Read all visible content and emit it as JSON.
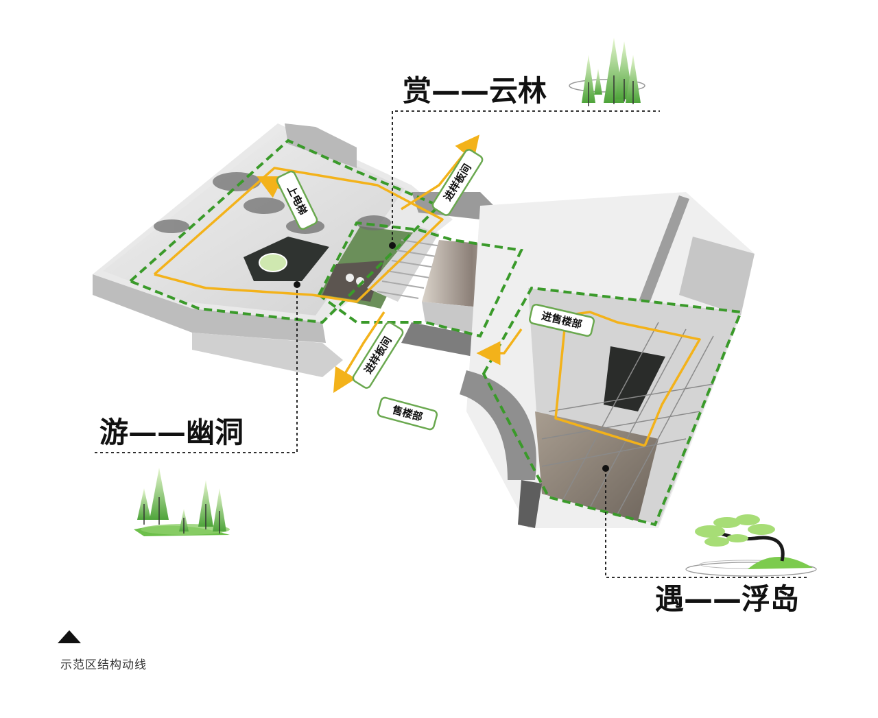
{
  "zones": {
    "top": {
      "label": "赏——云林"
    },
    "left": {
      "label": "游——幽洞"
    },
    "bottom": {
      "label": "遇——浮岛"
    }
  },
  "tags": {
    "elevator": "上电梯",
    "sample_upper": "进样板间",
    "sample_lower": "进样板间",
    "sales_entry": "进售楼部",
    "sales_office": "售楼部"
  },
  "caption": "示范区结构动线",
  "colors": {
    "route": "#f3b21a",
    "boundary": "#3a9a2a",
    "tag_border": "#6aa84f",
    "tree_light": "#b7e28c",
    "tree_dark": "#4ea43a"
  }
}
